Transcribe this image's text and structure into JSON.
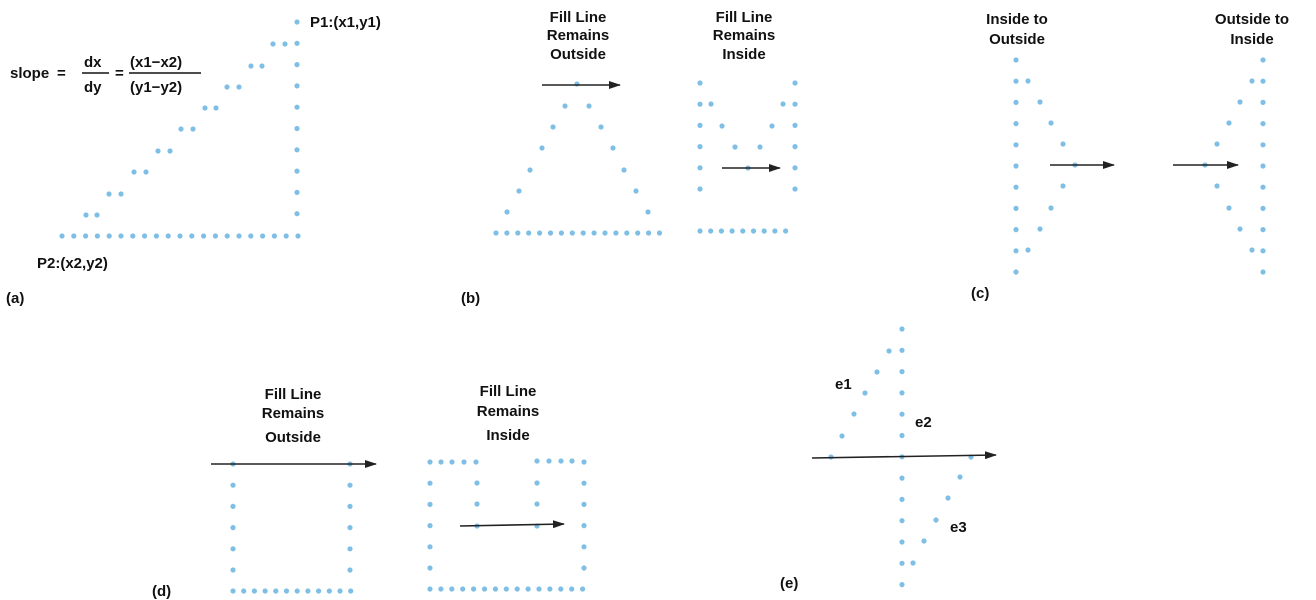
{
  "panels": {
    "a": {
      "panel_label": "(a)",
      "slope_label": "slope",
      "eq1": "=",
      "dx": "dx",
      "dy": "dy",
      "eq2": "=",
      "num": "(x1−x2)",
      "den": "(y1−y2)",
      "p1": "P1:(x1,y1)",
      "p2": "P2:(x2,y2)"
    },
    "b": {
      "panel_label": "(b)",
      "outside": [
        "Fill Line",
        "Remains",
        "Outside"
      ],
      "inside": [
        "Fill Line",
        "Remains",
        "Inside"
      ]
    },
    "c": {
      "panel_label": "(c)",
      "in_out": [
        "Inside to",
        "Outside"
      ],
      "out_in": [
        "Outside to",
        "Inside"
      ]
    },
    "d": {
      "panel_label": "(d)",
      "outside": [
        "Fill Line",
        "Remains",
        "Outside"
      ],
      "inside": [
        "Fill Line",
        "Remains",
        "Inside"
      ]
    },
    "e": {
      "panel_label": "(e)",
      "e1": "e1",
      "e2": "e2",
      "e3": "e3"
    }
  },
  "colors": {
    "dot": "#7fbfe6",
    "arrow": "#222222",
    "text": "#111111"
  }
}
